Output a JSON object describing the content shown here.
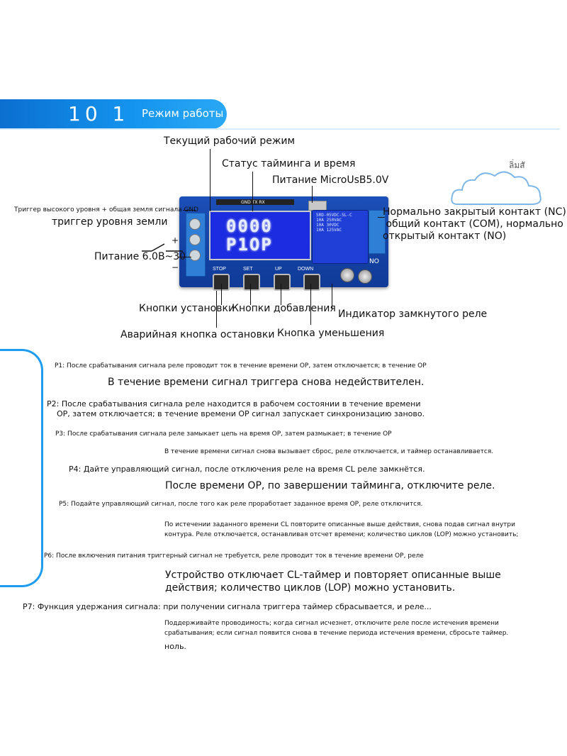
{
  "header": {
    "number": "10 1",
    "title": "Режим работы",
    "cloud_text": "ลิ่มสั"
  },
  "board": {
    "lcd_top": "0000",
    "lcd_bottom": "P1OP",
    "pin_label": "GND TX RX",
    "relay_text": "SRD-05VDC-SL-C\n10A 250VAC\n10A 30VDC\n10A 125VAC",
    "buttons": [
      "STOP",
      "SET",
      "UP",
      "DOWN"
    ],
    "no_label": "NO",
    "plus": "+",
    "minus": "−"
  },
  "annotations": {
    "current_mode": "Текущий рабочий режим",
    "timing_status": "Статус тайминга и время",
    "power_usb": "Питание MicroUsB5.0V",
    "trigger_high": "Триггер высокого уровня + общая земля сигнала GND",
    "trigger_ground": "триггер уровня земли",
    "power_dc": "Питание 6.0В~30",
    "relay_contacts": "Нормально закрытый контакт (NC)\n общий контакт (COM), нормально\nоткрытый контакт (NO)",
    "set_buttons": "Кнопки установки",
    "add_buttons": "Кнопки добавления",
    "relay_indicator": "Индикатор замкнутого реле",
    "stop_button": "Аварийная кнопка остановки",
    "down_button": "Кнопка уменьшения"
  },
  "modes": {
    "p1_a": "P1: После срабатывания сигнала реле проводит ток в течение времени OP, затем отключается; в течение OP",
    "p1_b": "В течение времени сигнал триггера снова недействителен.",
    "p2_a": "P2: После срабатывания сигнала реле находится в рабочем состоянии в течение времени\n    OP, затем отключается; в течение времени OP сигнал запускает синхронизацию заново.",
    "p3_a": "P3: После срабатывания сигнала реле замыкает цепь на время OP, затем размыкает; в течение OP",
    "p3_b": "В течение времени сигнал снова вызывает сброс, реле отключается, и таймер останавливается.",
    "p4_a": "P4: Дайте управляющий сигнал, после отключения реле на время CL реле замкнётся.",
    "p4_b": "После времени OP, по завершении тайминга, отключите реле.",
    "p5_a": "P5: Подайте управляющий сигнал, после того как реле проработает заданное время OP, реле отключится.",
    "p5_b": "По истечении заданного времени CL повторите описанные выше действия, снова подав сигнал внутри\nконтура. Реле отключается, останавливая отсчет времени; количество циклов (LOP) можно установить;",
    "p6_a": "P6: После включения питания триггерный сигнал не требуется, реле проводит ток в течение времени OP, реле",
    "p6_b": "Устройство отключает CL-таймер и повторяет описанные выше\nдействия; количество циклов (LOP) можно установить.",
    "p7_a": "P7: Функция удержания сигнала: при получении сигнала триггера таймер сбрасывается, и реле...",
    "p7_b": "Поддерживайте проводимость; когда сигнал исчезнет, отключите реле после истечения времени\nсрабатывания; если сигнал появится снова в течение периода истечения времени, сбросьте таймер.",
    "p7_c": "ноль."
  }
}
